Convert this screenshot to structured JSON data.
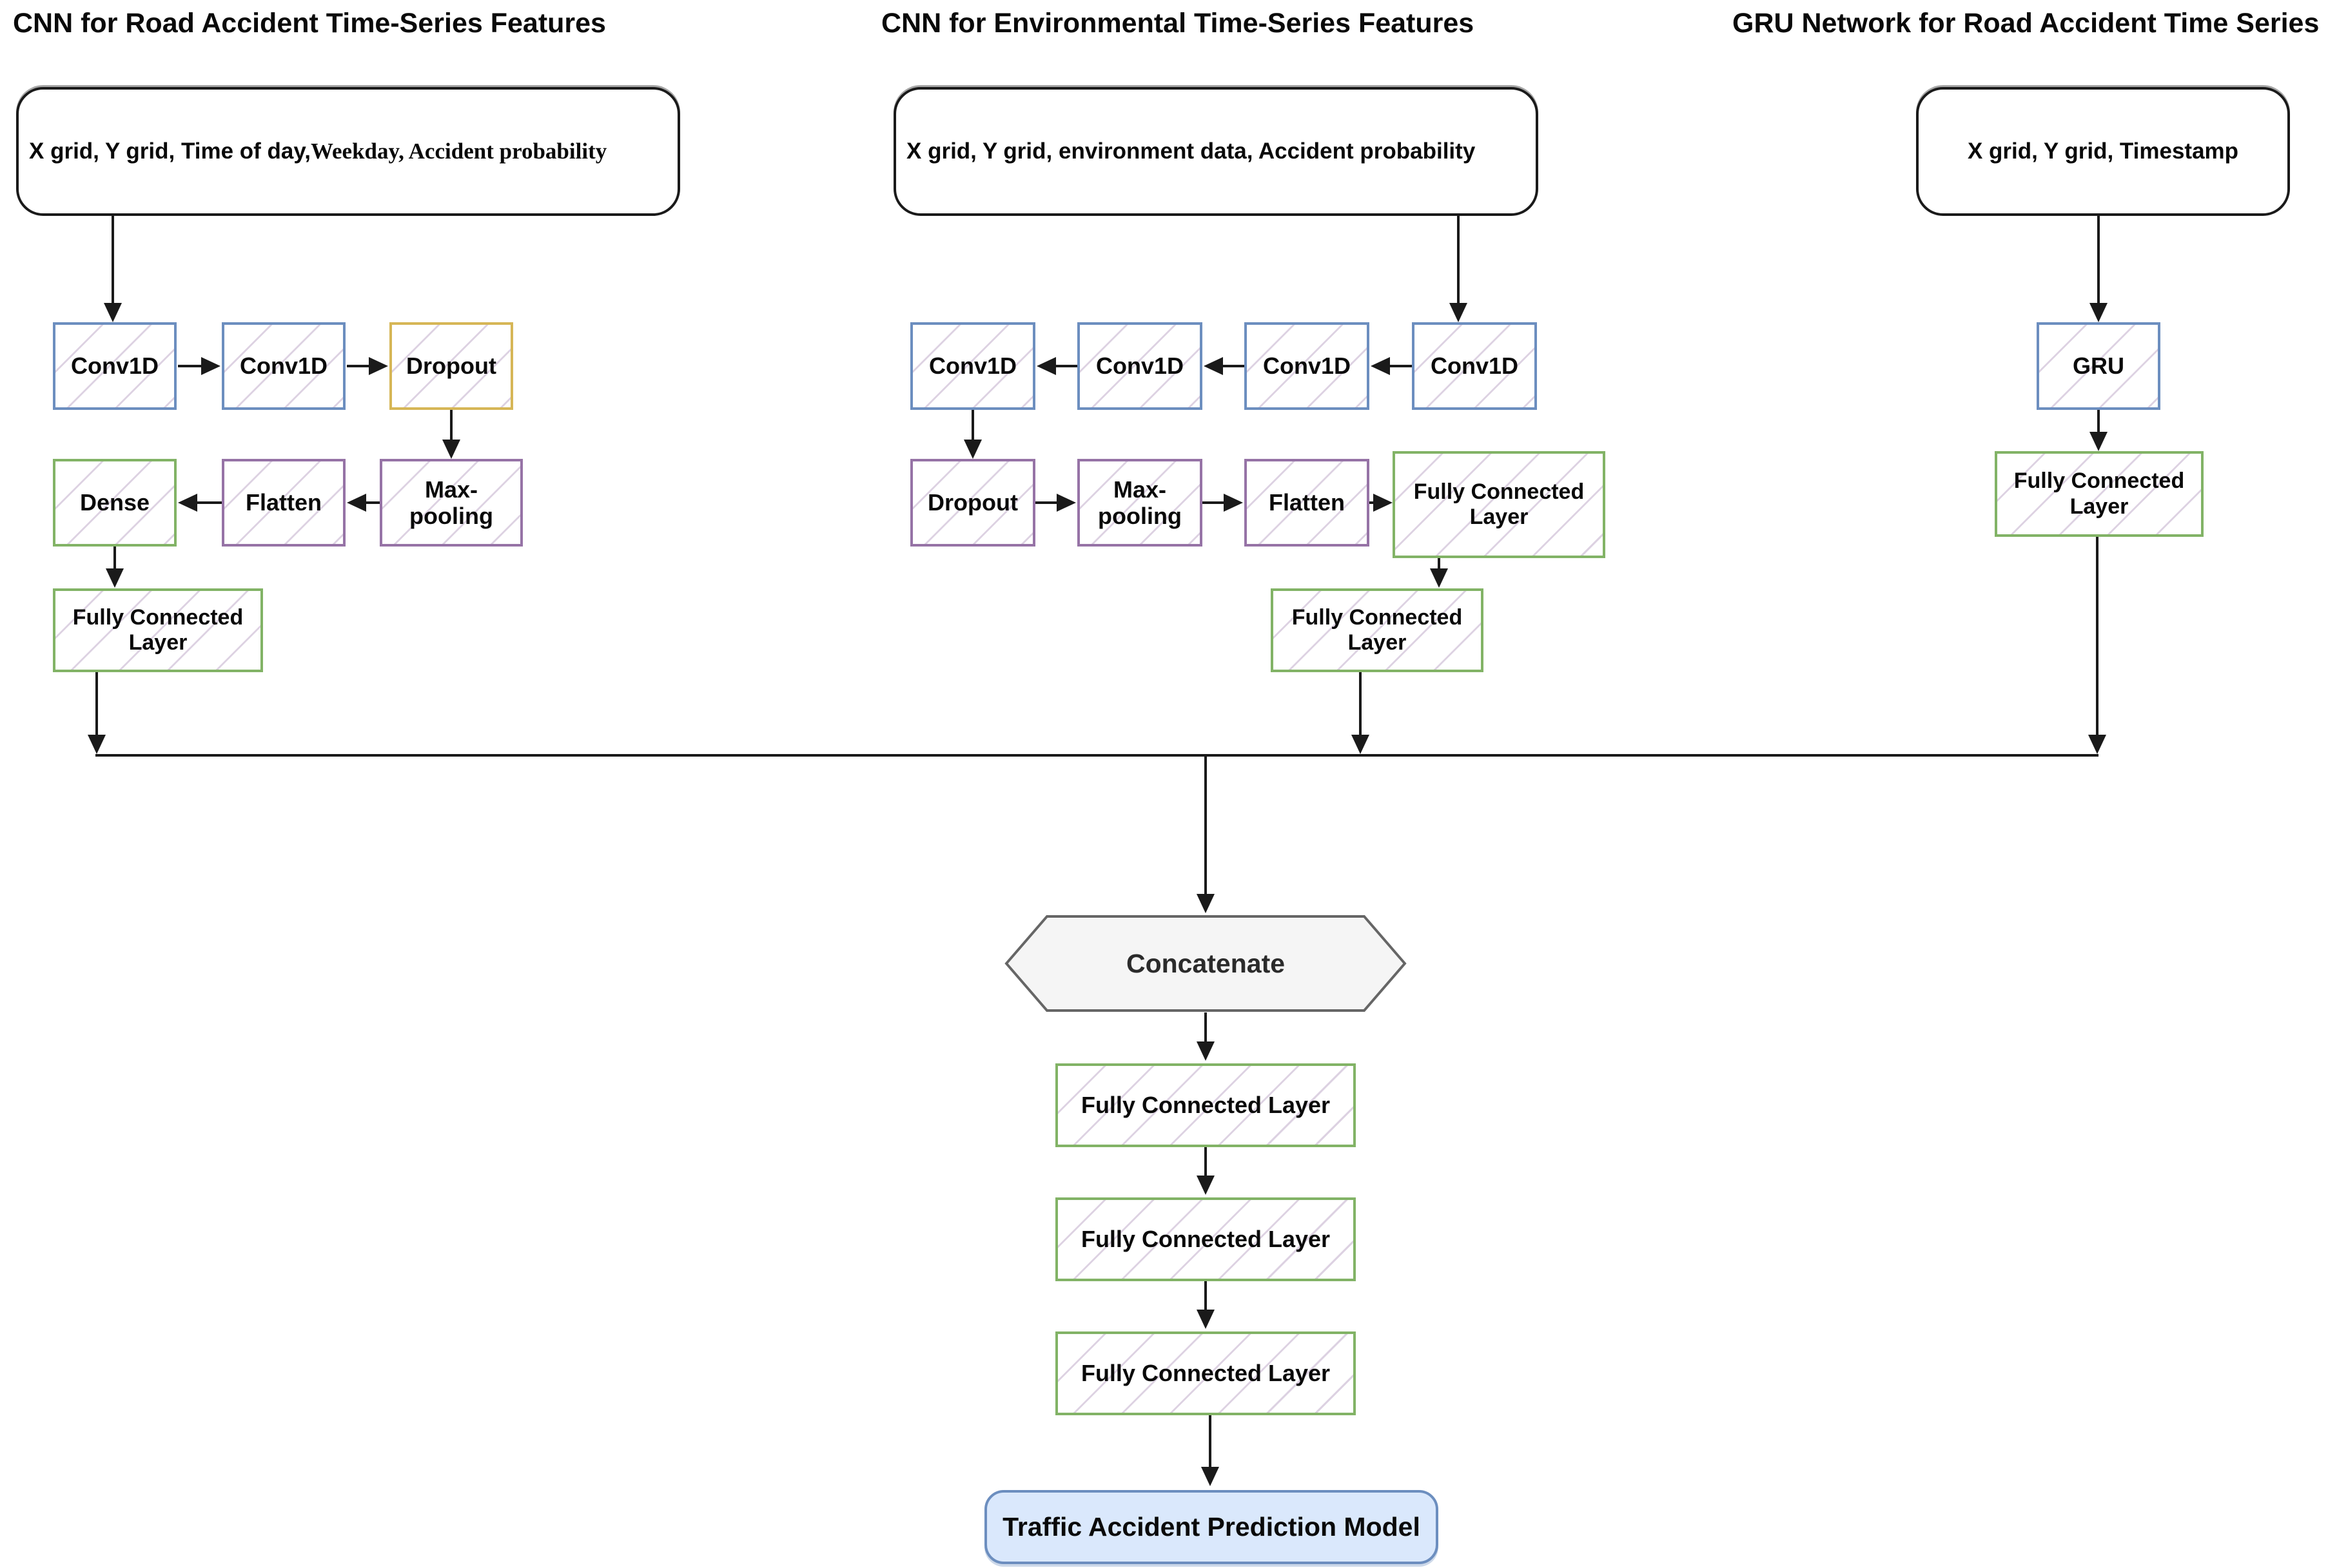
{
  "diagram": {
    "titles": {
      "left": "CNN for Road Accident Time-Series Features",
      "middle": "CNN for Environmental Time-Series Features",
      "right": "GRU Network for Road Accident Time Series"
    },
    "inputs": {
      "left_part_sans": "X grid, Y grid, Time of day, ",
      "left_part_serif": "Weekday, Accident probability",
      "middle": "X grid, Y grid, environment data, Accident probability",
      "right": "X grid, Y grid, Timestamp"
    },
    "left_branch": {
      "conv1": "Conv1D",
      "conv2": "Conv1D",
      "dropout": "Dropout",
      "maxpool": "Max-\npooling",
      "flatten": "Flatten",
      "dense": "Dense",
      "fc": "Fully Connected\nLayer"
    },
    "middle_branch": {
      "conv1": "Conv1D",
      "conv2": "Conv1D",
      "conv3": "Conv1D",
      "conv4": "Conv1D",
      "dropout": "Dropout",
      "maxpool": "Max-\npooling",
      "flatten": "Flatten",
      "fc1": "Fully Connected\nLayer",
      "fc2": "Fully Connected\nLayer"
    },
    "right_branch": {
      "gru": "GRU",
      "fc": "Fully Connected\nLayer"
    },
    "merge": {
      "concatenate": "Concatenate"
    },
    "stack": {
      "fc1": "Fully Connected Layer",
      "fc2": "Fully Connected Layer",
      "fc3": "Fully Connected Layer",
      "output": "Traffic Accident Prediction Model"
    },
    "colors": {
      "conv_border": "#6c8ebf",
      "dropout_left_border": "#d6b656",
      "pooling_border": "#9673a6",
      "dense_fc_border": "#82b366",
      "hatch_line": "#9673a6",
      "concatenate_fill": "#f5f5f5",
      "concatenate_border": "#666666",
      "output_fill": "#dae8fc",
      "output_border": "#6c8ebf",
      "arrow": "#1a1a1a"
    }
  }
}
